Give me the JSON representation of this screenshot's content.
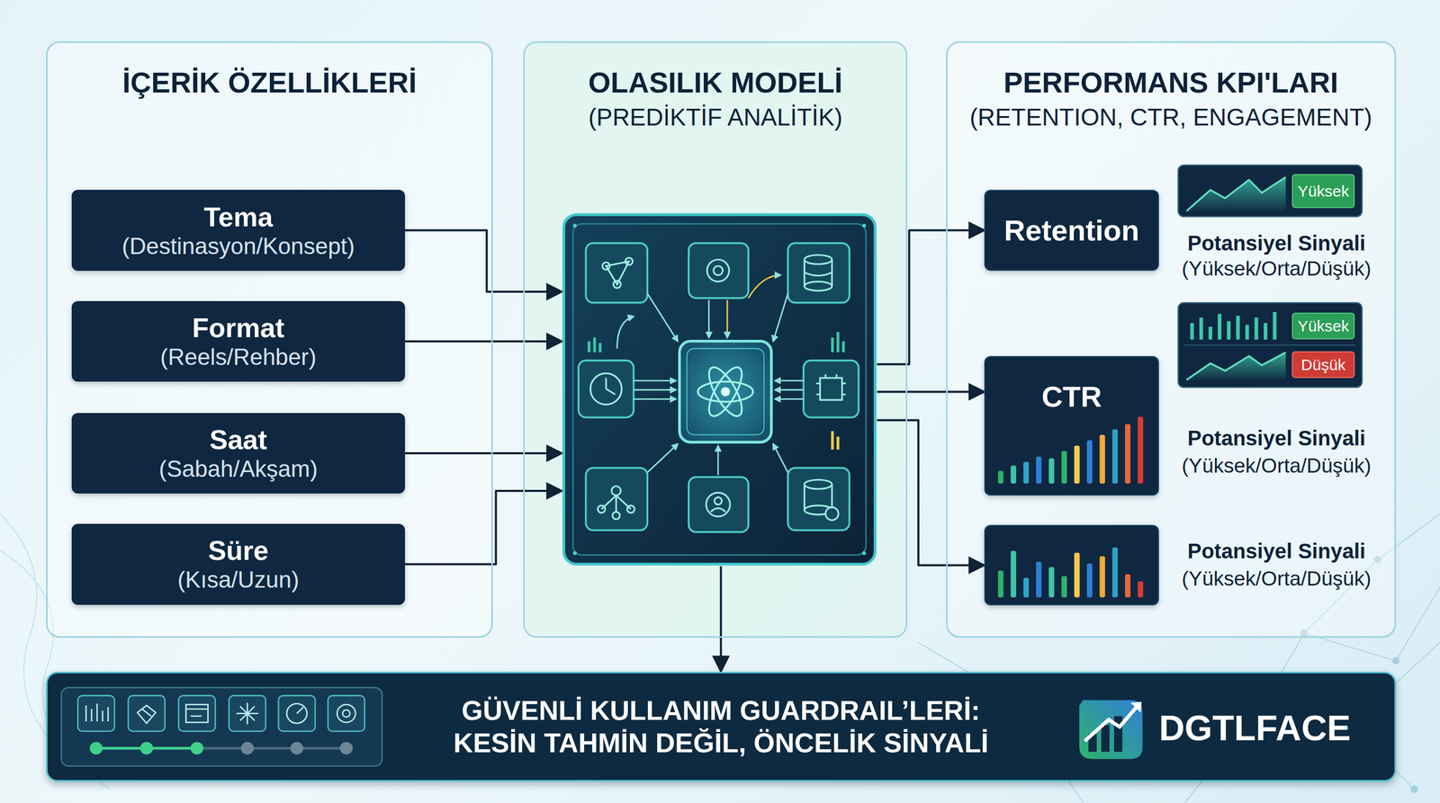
{
  "diagram": {
    "nodes": [
      {
        "text": [
          "İÇERİK ÖZELLİKLERİ"
        ]
      },
      {
        "text": [
          "Tema",
          "(Destinasyon/Konsept)"
        ],
        "in": 0
      },
      {
        "text": [
          "Format",
          "(Reels/Rehber)"
        ],
        "in": 0
      },
      {
        "text": [
          "Saat",
          "(Sabah/Akşam)"
        ],
        "in": 0
      },
      {
        "text": [
          "Süre",
          "(Kısa/Uzun)"
        ],
        "in": 0
      },
      {
        "text": [
          "OLASILIK MODELİ",
          "(PREDİKTİF ANALİTİK)"
        ]
      },
      {
        "text": [],
        "in": 5
      },
      {
        "text": [
          "PERFORMANS KPI'LARI",
          "(RETENTION, CTR, ENGAGEMENT)"
        ]
      },
      {
        "text": [
          "Retention"
        ],
        "in": 7
      },
      {
        "text": [
          "CTR"
        ],
        "in": 7
      },
      {
        "text": [],
        "in": 7
      },
      {
        "text": [
          "Yüksek"
        ],
        "in": 7
      },
      {
        "text": [
          "Yüksek"
        ],
        "in": 7
      },
      {
        "text": [
          "Düşük"
        ],
        "in": 7
      },
      {
        "text": [
          "GÜVENLİ KULLANIM GUARDRAIL’LERİ: KESİN TAHMİN DEĞİL, ÖNCELİK SİNYALİ"
        ]
      }
    ],
    "edges": [
      {
        "from": 1,
        "to": 6,
        "arrow": "to"
      },
      {
        "from": 2,
        "to": 6,
        "arrow": "to"
      },
      {
        "from": 3,
        "to": 6,
        "arrow": "to"
      },
      {
        "from": 4,
        "to": 6,
        "arrow": "to"
      },
      {
        "from": 6,
        "to": 8,
        "arrow": "to"
      },
      {
        "from": 6,
        "to": 9,
        "arrow": "to"
      },
      {
        "from": 6,
        "to": 10,
        "arrow": "to"
      },
      {
        "from": 6,
        "to": 14,
        "arrow": "to"
      }
    ],
    "labels": [
      "Potansiyel Sinyali",
      "(Yüksek/Orta/Düşük)",
      "Potansiyel Sinyali",
      "(Yüksek/Orta/Düşük)",
      "Potansiyel Sinyali",
      "(Yüksek/Orta/Düşük)",
      "DGTLFACE"
    ]
  }
}
